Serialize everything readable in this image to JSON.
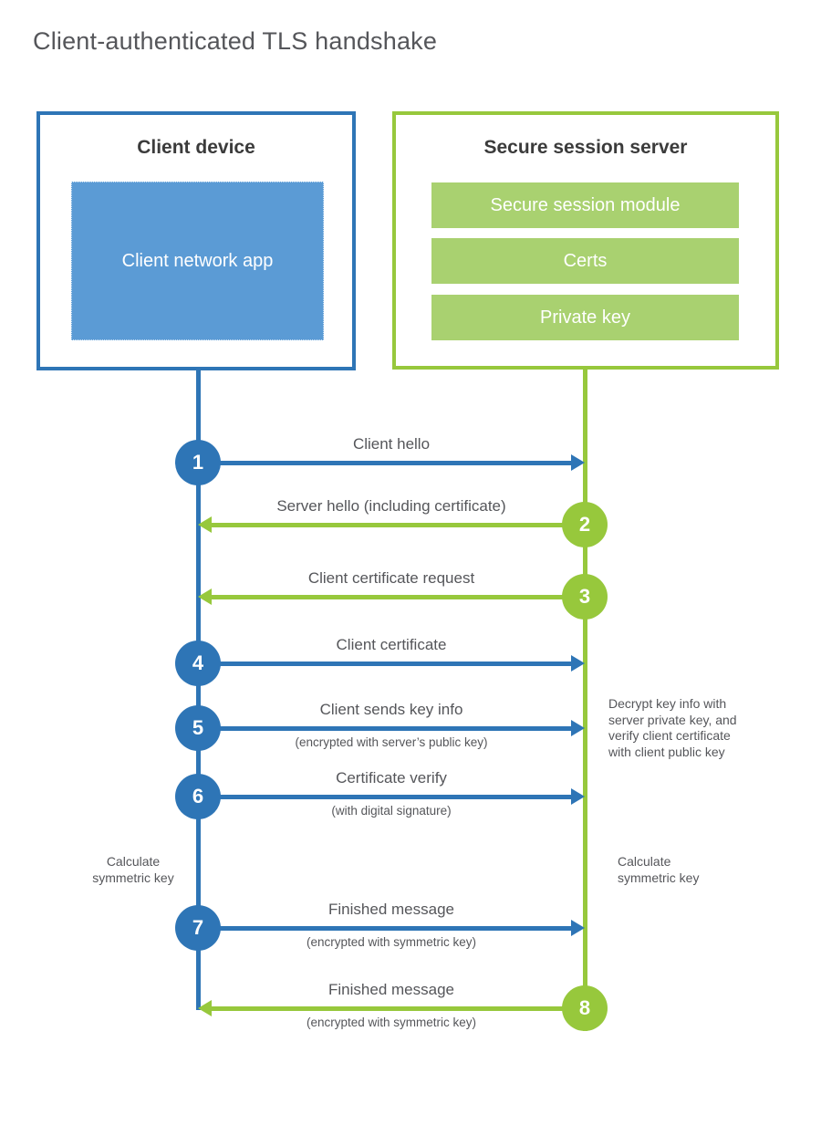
{
  "title": "Client-authenticated TLS handshake",
  "colors": {
    "blue": "#2e75b6",
    "blue_fill": "#5b9bd5",
    "green": "#97c83c",
    "green_fill": "#a9d170",
    "text": "#55565a",
    "heading": "#3b3b3b"
  },
  "client": {
    "title": "Client device",
    "app_label": "Client network app"
  },
  "server": {
    "title": "Secure session server",
    "modules": [
      "Secure session module",
      "Certs",
      "Private key"
    ]
  },
  "steps": [
    {
      "num": "1",
      "side": "client",
      "dir": "right",
      "label": "Client hello",
      "sub": ""
    },
    {
      "num": "2",
      "side": "server",
      "dir": "left",
      "label": "Server hello (including certificate)",
      "sub": ""
    },
    {
      "num": "3",
      "side": "server",
      "dir": "left",
      "label": "Client certificate request",
      "sub": ""
    },
    {
      "num": "4",
      "side": "client",
      "dir": "right",
      "label": "Client certificate",
      "sub": ""
    },
    {
      "num": "5",
      "side": "client",
      "dir": "right",
      "label": "Client sends key info",
      "sub": "(encrypted with server’s public key)"
    },
    {
      "num": "6",
      "side": "client",
      "dir": "right",
      "label": "Certificate verify",
      "sub": "(with digital signature)"
    },
    {
      "num": "7",
      "side": "client",
      "dir": "right",
      "label": "Finished message",
      "sub": "(encrypted with symmetric key)"
    },
    {
      "num": "8",
      "side": "server",
      "dir": "left",
      "label": "Finished message",
      "sub": "(encrypted with symmetric key)"
    }
  ],
  "notes": {
    "decrypt": "Decrypt key info with\nserver private key, and\nverify client certificate\nwith client public key",
    "calc_left": "Calculate\nsymmetric key",
    "calc_right": "Calculate\nsymmetric key"
  }
}
